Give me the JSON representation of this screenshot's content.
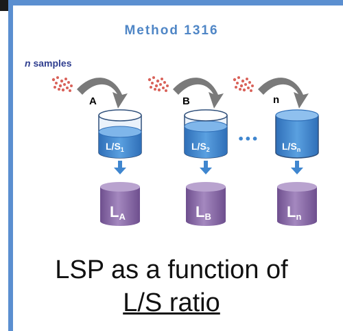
{
  "method_title": "Method 1316",
  "samples_label": {
    "n": "n",
    "rest": " samples"
  },
  "steps": [
    {
      "key": "A",
      "vessel_main": "L/S",
      "vessel_sub": "1",
      "leachate_main": "L",
      "leachate_sub": "A"
    },
    {
      "key": "B",
      "vessel_main": "L/S",
      "vessel_sub": "2",
      "leachate_main": "L",
      "leachate_sub": "B"
    },
    {
      "key": "n",
      "vessel_main": "L/S",
      "vessel_sub": "n",
      "leachate_main": "L",
      "leachate_sub": "n"
    }
  ],
  "ellipsis": "•••",
  "caption": {
    "line1": "LSP as a function of",
    "line2": "L/S ratio"
  },
  "colors": {
    "frame": "#5b8fd0",
    "title": "#4f86c6",
    "vessel_liquid": "#3f86cf",
    "leachate": "#8c6aa8",
    "sample_dots": "#d9625a",
    "arrow": "#3f86cf"
  }
}
